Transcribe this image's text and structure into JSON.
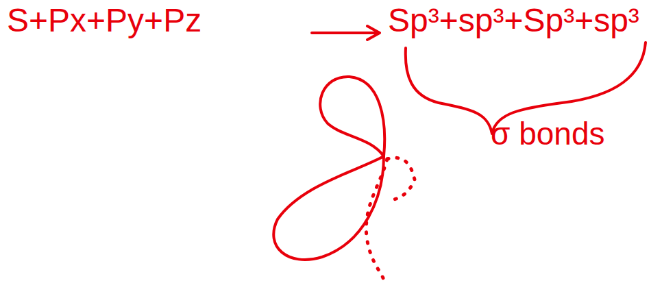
{
  "diagram": {
    "labels": [
      "S+Px+Py+Pz",
      "Sp³+sp³+Sp³+sp³",
      "σ bonds"
    ]
  }
}
